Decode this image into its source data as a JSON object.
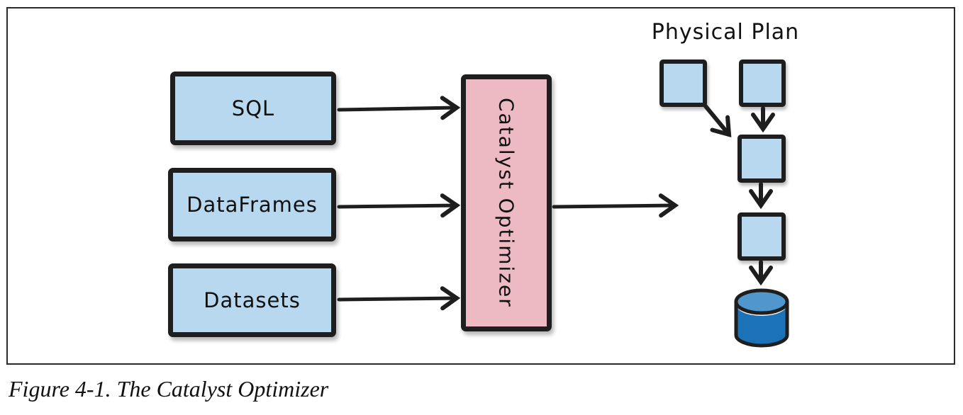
{
  "figure": {
    "caption": "Figure 4-1. The Catalyst Optimizer"
  },
  "diagram": {
    "inputs": [
      {
        "label": "SQL"
      },
      {
        "label": "DataFrames"
      },
      {
        "label": "Datasets"
      }
    ],
    "optimizer": {
      "label": "Catalyst Optimizer"
    },
    "physical_plan": {
      "title": "Physical Plan",
      "node_count": 4,
      "sink_icon": "database-cylinder-icon"
    },
    "colors": {
      "input_box_fill": "#b7d8ee",
      "optimizer_fill": "#edbac3",
      "outline": "#1e1e1e",
      "cylinder_body": "#1c72b6",
      "cylinder_top": "#4f97cd",
      "cylinder_band": "#ffffff"
    }
  }
}
